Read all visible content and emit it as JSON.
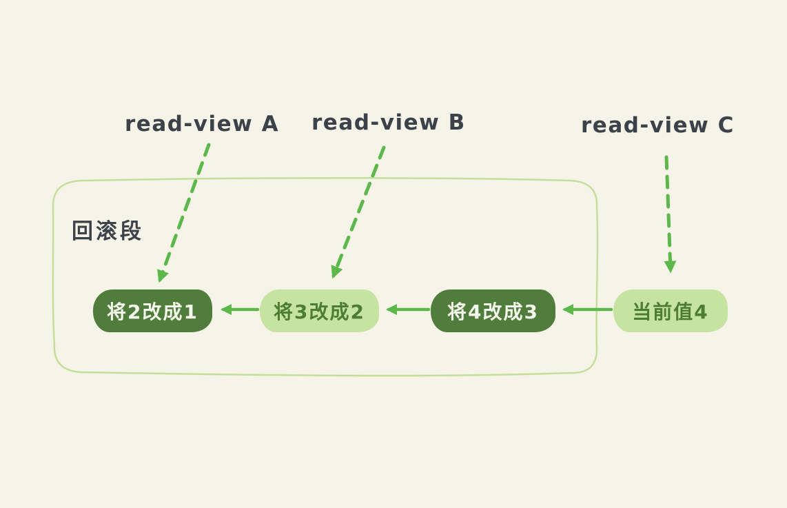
{
  "colors": {
    "background": "#f6f3e8",
    "label_ink": "#3b4249",
    "dark_green": "#507c3c",
    "light_green": "#c7e3a1",
    "pill_light_text": "#f4f8ec",
    "pill_dark_text": "#4c7d33",
    "arrow_green": "#5cb84a",
    "box_border": "#c3df9b"
  },
  "read_views": [
    {
      "label": "read-view A"
    },
    {
      "label": "read-view B"
    },
    {
      "label": "read-view C"
    }
  ],
  "rollback_segment": {
    "label": "回滚段"
  },
  "nodes": [
    {
      "text": "将2改成1",
      "variant": "dark"
    },
    {
      "text": "将3改成2",
      "variant": "light"
    },
    {
      "text": "将4改成3",
      "variant": "dark"
    },
    {
      "text": "当前值4",
      "variant": "light"
    }
  ]
}
